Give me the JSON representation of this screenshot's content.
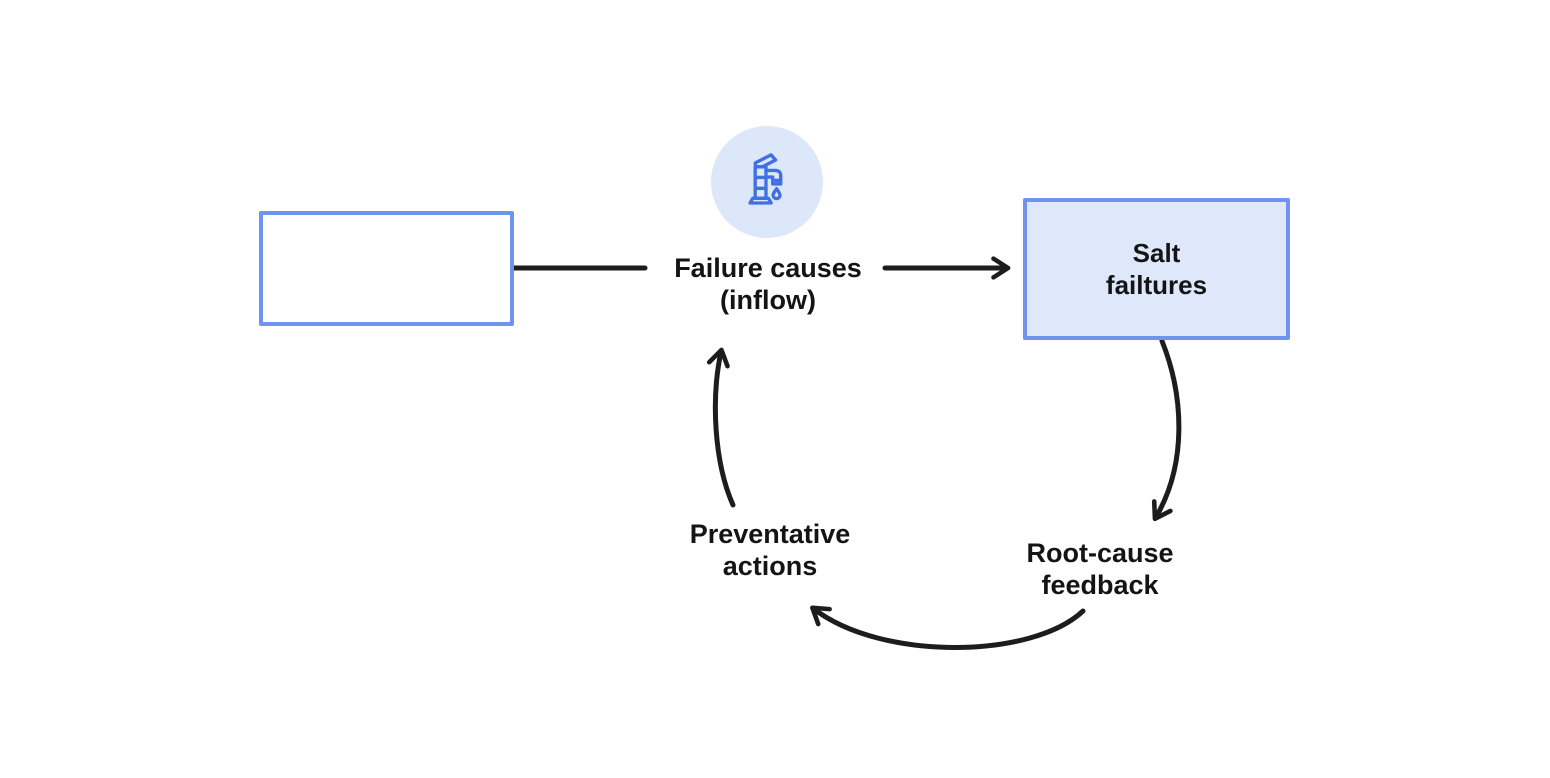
{
  "diagram": {
    "stock_box": {
      "label": ""
    },
    "inflow": {
      "icon": "faucet-drip-icon",
      "label_line1": "Failure causes",
      "label_line2": "(inflow)"
    },
    "salt_box": {
      "line1": "Salt",
      "line2": "failtures"
    },
    "loop_labels": {
      "root_cause_line1": "Root-cause",
      "root_cause_line2": "feedback",
      "preventative_line1": "Preventative",
      "preventative_line2": "actions"
    },
    "colors": {
      "box_border": "#6f93ee",
      "salt_box_fill": "#dfe8fb",
      "stock_box_fill": "#ffffff",
      "icon_circle_fill": "#dce7fa",
      "icon_stroke": "#4070e4",
      "connector": "#1d1d1d",
      "text": "#141414",
      "background": "#ffffff"
    }
  }
}
